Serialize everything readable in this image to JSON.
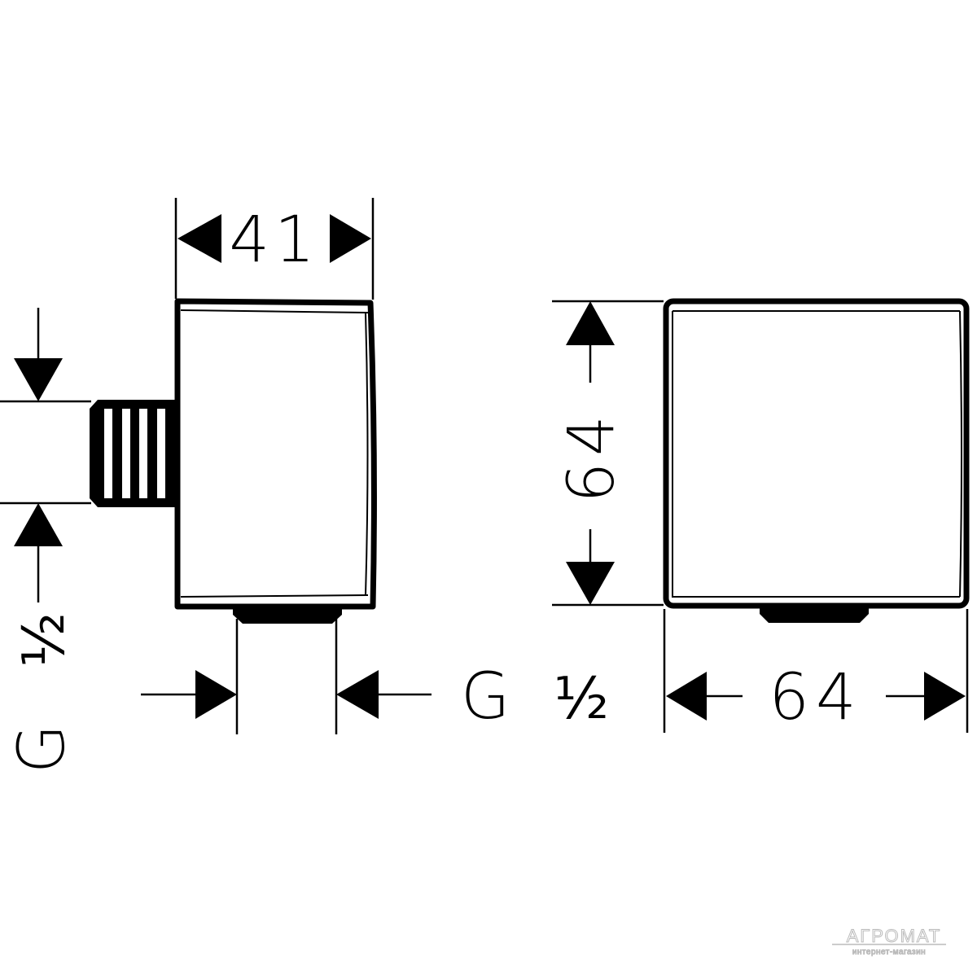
{
  "dimensions": {
    "side_width": "41",
    "front_height": "64",
    "front_width": "64",
    "thread_left": {
      "letter": "G",
      "fraction": "½"
    },
    "thread_bottom": {
      "letter": "G",
      "fraction": "½"
    }
  },
  "watermark": {
    "brand": "АГРОМАТ",
    "subtitle": "интернет-магазин"
  }
}
